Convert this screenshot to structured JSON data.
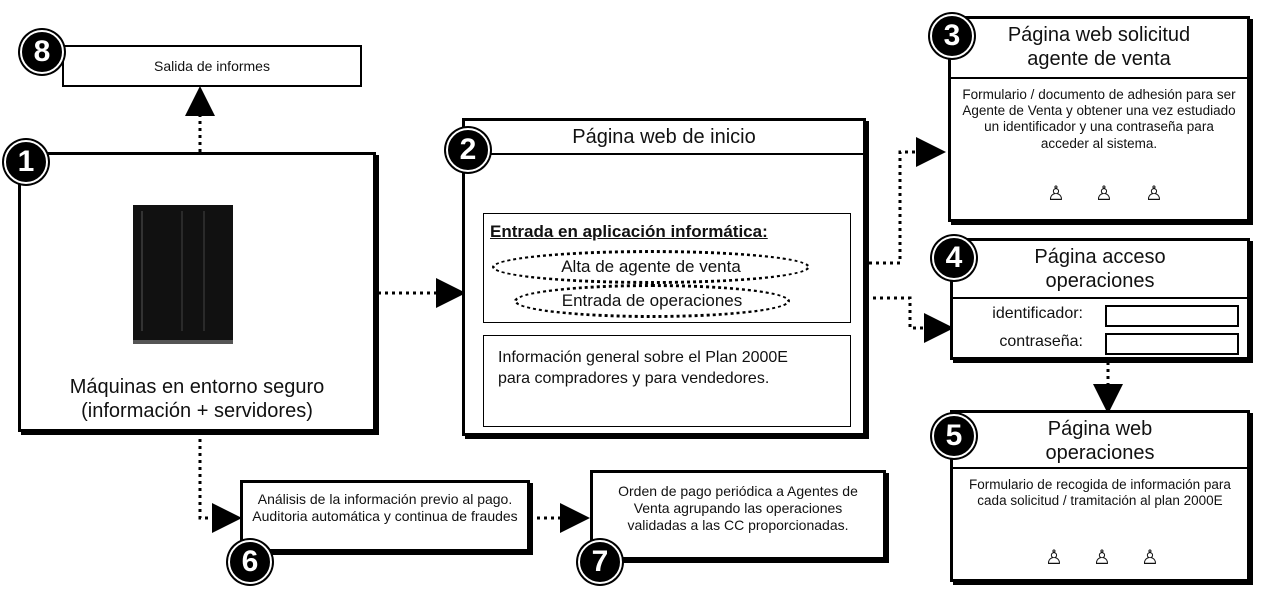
{
  "node8": {
    "badge": "8",
    "text": "Salida de informes"
  },
  "node1": {
    "badge": "1",
    "text_line1": "Máquinas en entorno seguro",
    "text_line2": "(información + servidores)"
  },
  "node2": {
    "badge": "2",
    "title": "Página web de inicio",
    "menu_title": "Entrada en aplicación informática:",
    "option1": "Alta de agente de venta",
    "option2": "Entrada de operaciones",
    "info": "Información general sobre el Plan 2000E para compradores y para vendedores."
  },
  "node3": {
    "badge": "3",
    "title_line1": "Página web solicitud",
    "title_line2": "agente de venta",
    "body": "Formulario / documento de adhesión para ser Agente de Venta y obtener una vez estudiado un identificador y una contraseña para acceder al sistema."
  },
  "node4": {
    "badge": "4",
    "title_line1": "Página acceso",
    "title_line2": "operaciones",
    "label_id": "identificador:",
    "label_pw": "contraseña:"
  },
  "node5": {
    "badge": "5",
    "title_line1": "Página web",
    "title_line2": "operaciones",
    "body": "Formulario de recogida de información para cada solicitud / tramitación al plan 2000E"
  },
  "node6": {
    "badge": "6",
    "text": "Análisis de la información previo al pago. Auditoria automática y continua de fraudes"
  },
  "node7": {
    "badge": "7",
    "text": "Orden de pago periódica a Agentes de Venta agrupando las operaciones validadas a las CC proporcionadas."
  }
}
